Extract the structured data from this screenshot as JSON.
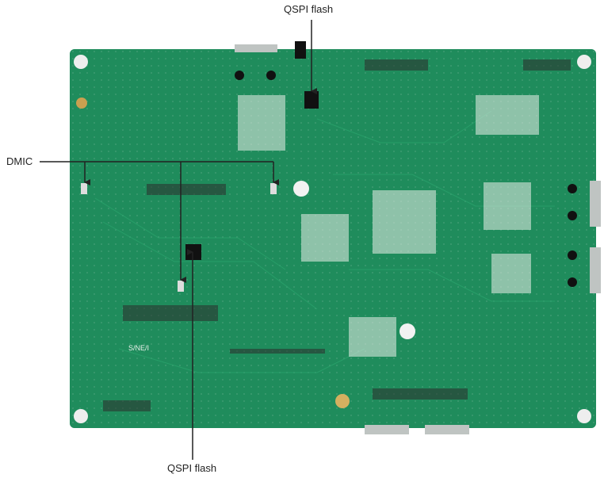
{
  "callouts": {
    "top_flash": "QSPI flash",
    "dmic": "DMIC",
    "bottom_flash": "QSPI flash"
  },
  "board_silkscreen": [
    "S/NE/I"
  ],
  "colors": {
    "board": "#1f8c5c",
    "board_dark": "#16704a",
    "trace": "#2aa36c",
    "callout_line": "#222222"
  }
}
